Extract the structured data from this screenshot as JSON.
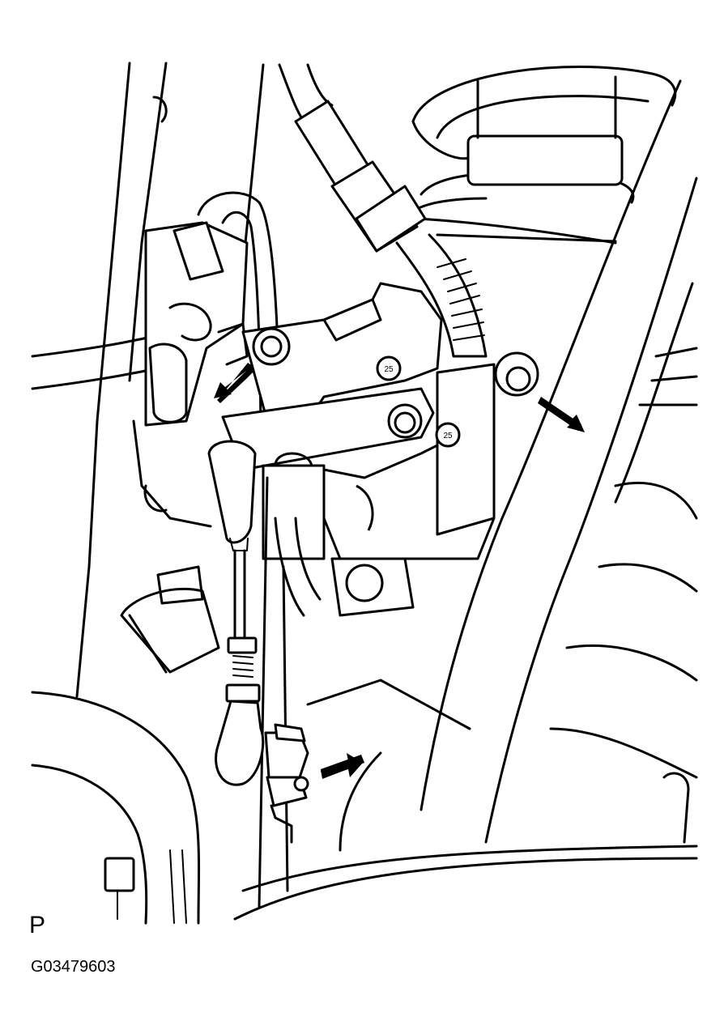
{
  "diagram": {
    "view_label": "P",
    "figure_code": "G03479603",
    "bolt_markings": [
      "25",
      "25"
    ],
    "callouts": [
      {
        "name": "arrow-left-bolt",
        "points_to": "height-sensor-left-bolt"
      },
      {
        "name": "arrow-right-bolt",
        "points_to": "height-sensor-right-bolt"
      },
      {
        "name": "arrow-lower-link-nut",
        "points_to": "sensor-link-lower-nut"
      }
    ]
  }
}
